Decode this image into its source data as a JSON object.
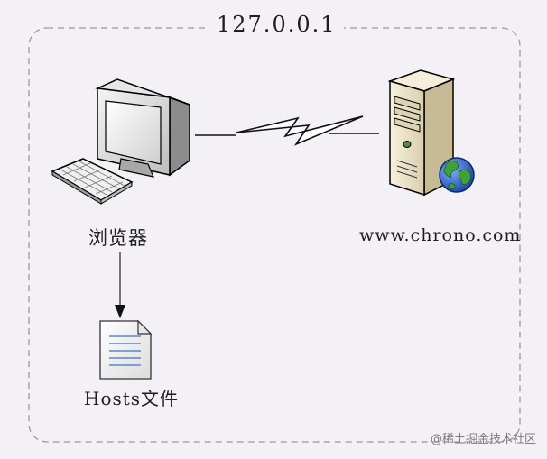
{
  "boundary": {
    "title": "127.0.0.1"
  },
  "nodes": {
    "browser": {
      "label": "浏览器",
      "icon": "desktop-computer-icon"
    },
    "server": {
      "label": "www.chrono.com",
      "icon": "server-tower-icon"
    },
    "hosts": {
      "label": "Hosts文件",
      "icon": "document-icon"
    }
  },
  "edges": [
    {
      "from": "browser",
      "to": "server",
      "style": "lightning-link"
    },
    {
      "from": "browser",
      "to": "hosts",
      "style": "arrow"
    }
  ],
  "watermark": "@稀土掘金技术社区",
  "colors": {
    "background": "#f3f1f6",
    "boundary_stroke": "#9a9a9a",
    "text": "#1e1e1e",
    "globe_blue": "#2a5fc4",
    "globe_green": "#3fa13a",
    "server_beige": "#efe8cf"
  }
}
